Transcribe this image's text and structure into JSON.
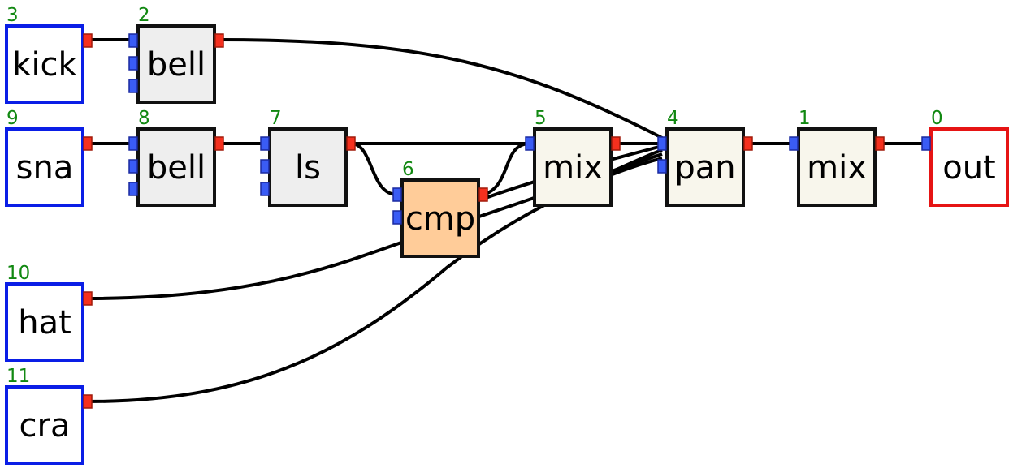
{
  "colors": {
    "input_border": "#0a1ee6",
    "output_border": "#e61414",
    "node_border": "#111111",
    "bell_fill": "#eeeeee",
    "ls_fill": "#eeeeee",
    "mix_fill": "#f8f6ec",
    "pan_fill": "#f8f6ec",
    "cmp_fill": "#ffcc99",
    "port_in": "#3a5cf5",
    "port_out": "#f5301e",
    "id_text": "#118811"
  },
  "nodes": [
    {
      "key": "n3",
      "id": "3",
      "label": "kick",
      "kind": "input",
      "inputs": 0,
      "outputs": 1
    },
    {
      "key": "n2",
      "id": "2",
      "label": "bell",
      "kind": "bell",
      "inputs": 3,
      "outputs": 1
    },
    {
      "key": "n9",
      "id": "9",
      "label": "sna",
      "kind": "input",
      "inputs": 0,
      "outputs": 1
    },
    {
      "key": "n8",
      "id": "8",
      "label": "bell",
      "kind": "bell",
      "inputs": 3,
      "outputs": 1
    },
    {
      "key": "n7",
      "id": "7",
      "label": "ls",
      "kind": "ls",
      "inputs": 3,
      "outputs": 1
    },
    {
      "key": "n6",
      "id": "6",
      "label": "cmp",
      "kind": "cmp",
      "inputs": 2,
      "outputs": 1
    },
    {
      "key": "n5",
      "id": "5",
      "label": "mix",
      "kind": "mix",
      "inputs": 1,
      "outputs": 1
    },
    {
      "key": "n4",
      "id": "4",
      "label": "pan",
      "kind": "pan",
      "inputs": 2,
      "outputs": 1
    },
    {
      "key": "n1",
      "id": "1",
      "label": "mix",
      "kind": "mix",
      "inputs": 1,
      "outputs": 1
    },
    {
      "key": "n0",
      "id": "0",
      "label": "out",
      "kind": "output",
      "inputs": 1,
      "outputs": 0
    },
    {
      "key": "n10",
      "id": "10",
      "label": "hat",
      "kind": "input",
      "inputs": 0,
      "outputs": 1
    },
    {
      "key": "n11",
      "id": "11",
      "label": "cra",
      "kind": "input",
      "inputs": 0,
      "outputs": 1
    }
  ],
  "connections": [
    {
      "from": "n3",
      "to": "n2"
    },
    {
      "from": "n2",
      "to": "n4"
    },
    {
      "from": "n9",
      "to": "n8"
    },
    {
      "from": "n8",
      "to": "n7"
    },
    {
      "from": "n7",
      "to": "n6"
    },
    {
      "from": "n7",
      "to": "n4"
    },
    {
      "from": "n6",
      "to": "n5"
    },
    {
      "from": "n6",
      "to": "n4"
    },
    {
      "from": "n5",
      "to": "n4"
    },
    {
      "from": "n10",
      "to": "n4"
    },
    {
      "from": "n11",
      "to": "n4"
    },
    {
      "from": "n4",
      "to": "n1"
    },
    {
      "from": "n1",
      "to": "n0"
    }
  ]
}
